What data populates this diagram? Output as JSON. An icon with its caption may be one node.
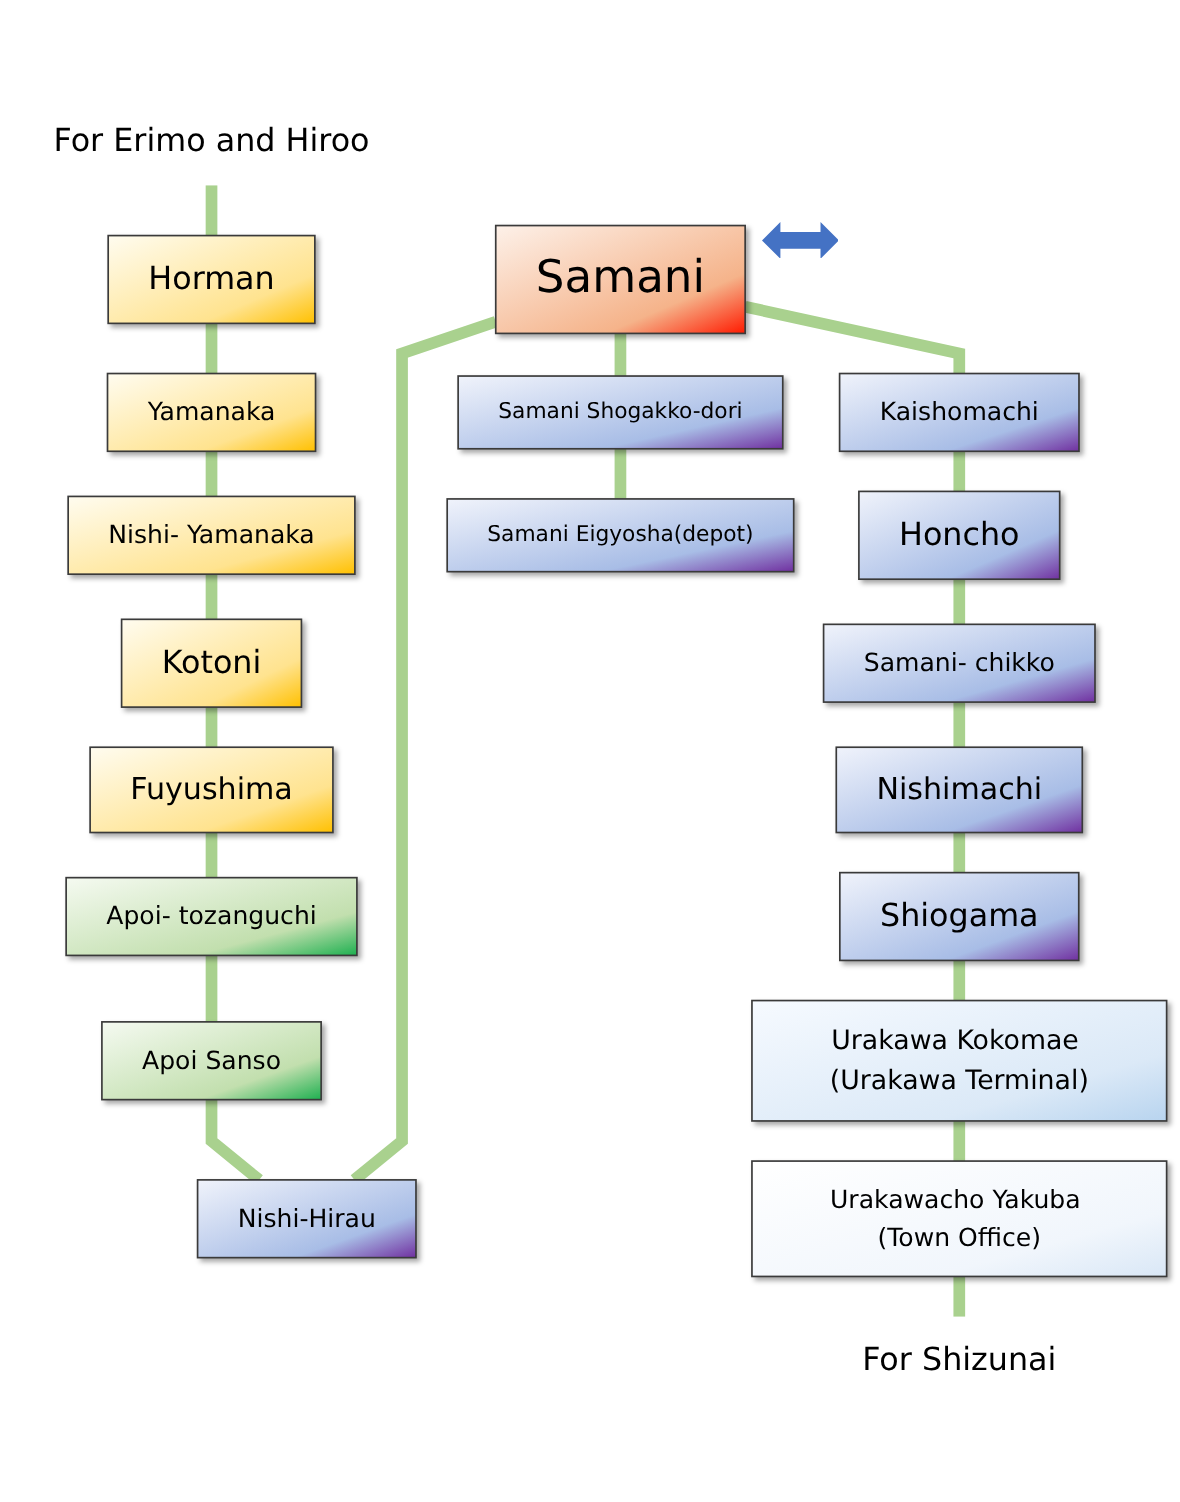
{
  "diagram": {
    "nodes": [
      {
        "text": [
          "For Erimo and Hiroo"
        ]
      },
      {
        "text": [
          "Horman"
        ]
      },
      {
        "text": [
          "Yamanaka"
        ]
      },
      {
        "text": [
          "Nishi- Yamanaka"
        ]
      },
      {
        "text": [
          "Kotoni"
        ]
      },
      {
        "text": [
          "Fuyushima"
        ]
      },
      {
        "text": [
          "Apoi- tozanguchi"
        ]
      },
      {
        "text": [
          "Apoi Sanso"
        ]
      },
      {
        "text": [
          "Nishi-Hirau"
        ]
      },
      {
        "text": [
          "Samani"
        ]
      },
      {
        "text": [
          "Kaishomachi"
        ]
      },
      {
        "text": [
          "Honcho"
        ]
      },
      {
        "text": [
          "Samani- chikko"
        ]
      },
      {
        "text": [
          "Nishimachi"
        ]
      },
      {
        "text": [
          "Shiogama"
        ]
      },
      {
        "text": [
          "Urakawa Kokomae (Urakawa Terminal)"
        ]
      },
      {
        "text": [
          "Urakawacho Yakuba (Town Office)"
        ]
      },
      {
        "text": [
          "For Shizunai"
        ]
      },
      {
        "text": [
          "Samani Shogakko-dori"
        ]
      },
      {
        "text": [
          "Samani Eigyosha(depot)"
        ]
      }
    ],
    "edges": [
      {
        "from": 0,
        "to": 1,
        "arrow": "none"
      },
      {
        "from": 1,
        "to": 2,
        "arrow": "none"
      },
      {
        "from": 2,
        "to": 3,
        "arrow": "none"
      },
      {
        "from": 3,
        "to": 4,
        "arrow": "none"
      },
      {
        "from": 4,
        "to": 5,
        "arrow": "none"
      },
      {
        "from": 5,
        "to": 6,
        "arrow": "none"
      },
      {
        "from": 6,
        "to": 7,
        "arrow": "none"
      },
      {
        "from": 7,
        "to": 8,
        "arrow": "none"
      },
      {
        "from": 9,
        "to": 8,
        "arrow": "none"
      },
      {
        "from": 9,
        "to": 10,
        "arrow": "none"
      },
      {
        "from": 10,
        "to": 11,
        "arrow": "none"
      },
      {
        "from": 11,
        "to": 12,
        "arrow": "none"
      },
      {
        "from": 12,
        "to": 13,
        "arrow": "none"
      },
      {
        "from": 13,
        "to": 14,
        "arrow": "none"
      },
      {
        "from": 14,
        "to": 15,
        "arrow": "none"
      },
      {
        "from": 15,
        "to": 16,
        "arrow": "none"
      },
      {
        "from": 16,
        "to": 17,
        "arrow": "none"
      },
      {
        "from": 9,
        "to": 18,
        "arrow": "none"
      },
      {
        "from": 18,
        "to": 19,
        "arrow": "none"
      }
    ]
  }
}
